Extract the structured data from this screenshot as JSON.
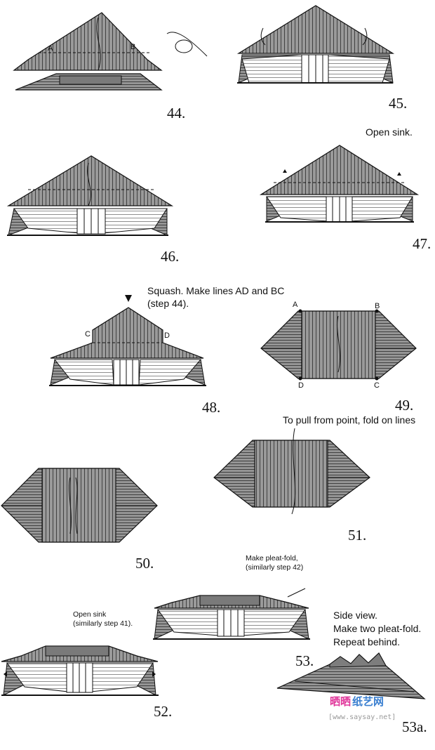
{
  "steps": {
    "s44": "44.",
    "s45": "45.",
    "s46": "46.",
    "s47": "47.",
    "s48": "48.",
    "s49": "49.",
    "s50": "50.",
    "s51": "51.",
    "s52": "52.",
    "s53": "53.",
    "s53a": "53a."
  },
  "notes": {
    "open_sink": "Open sink.",
    "squash_line1": "Squash. Make lines AD and BC",
    "squash_line2": "(step 44).",
    "pull_point": "To pull from point, fold on lines",
    "pleat_line1": "Make pleat-fold,",
    "pleat_line2": "(similarly step 42)",
    "sink_line1": "Open sink",
    "sink_line2": "(similarly step 41).",
    "side_line1": "Side view.",
    "side_line2": "Make two pleat-fold.",
    "side_line3": "Repeat behind."
  },
  "points": {
    "a": "A",
    "b": "B",
    "c": "C",
    "d": "D"
  },
  "watermark": {
    "part1": "晒晒",
    "part2": "纸艺网",
    "url": "[www.saysay.net]"
  },
  "colors": {
    "paper_dark": "#8a8a8a",
    "paper_mid": "#9d9d9d",
    "paper_light": "#ffffff",
    "line": "#1a1a1a",
    "watermark_pink": "#e0359a",
    "watermark_blue": "#3a7fd0"
  }
}
